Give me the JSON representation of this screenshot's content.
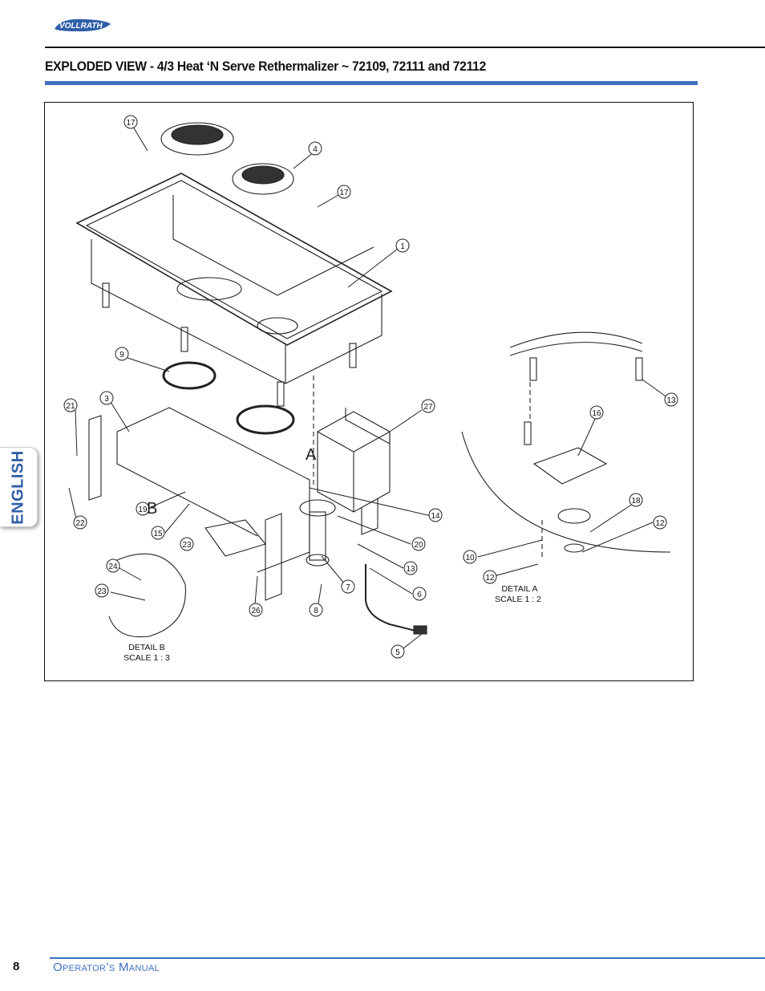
{
  "header": {
    "logo_text": "VOLLRATH",
    "title": "EXPLODED VIEW - 4/3 Heat ‘N Serve Rethermalizer ~ 72109, 72111 and 72112"
  },
  "side_tab": {
    "label": "ENGLISH"
  },
  "diagram": {
    "callouts": [
      "17",
      "4",
      "17",
      "1",
      "9",
      "3",
      "21",
      "27",
      "13",
      "16",
      "22",
      "19",
      "15",
      "23",
      "14",
      "20",
      "13",
      "18",
      "12",
      "10",
      "12",
      "24",
      "23",
      "7",
      "6",
      "26",
      "8",
      "5"
    ],
    "detail_a": {
      "label": "DETAIL A",
      "scale": "SCALE 1 : 2"
    },
    "detail_b": {
      "label": "DETAIL B",
      "scale": "SCALE 1 : 3"
    },
    "view_letters": [
      "A",
      "B"
    ]
  },
  "footer": {
    "page_number": "8",
    "manual_title": "Operator’s Manual"
  },
  "colors": {
    "accent": "#3f6fbf",
    "tab_text": "#2f5ea8"
  }
}
